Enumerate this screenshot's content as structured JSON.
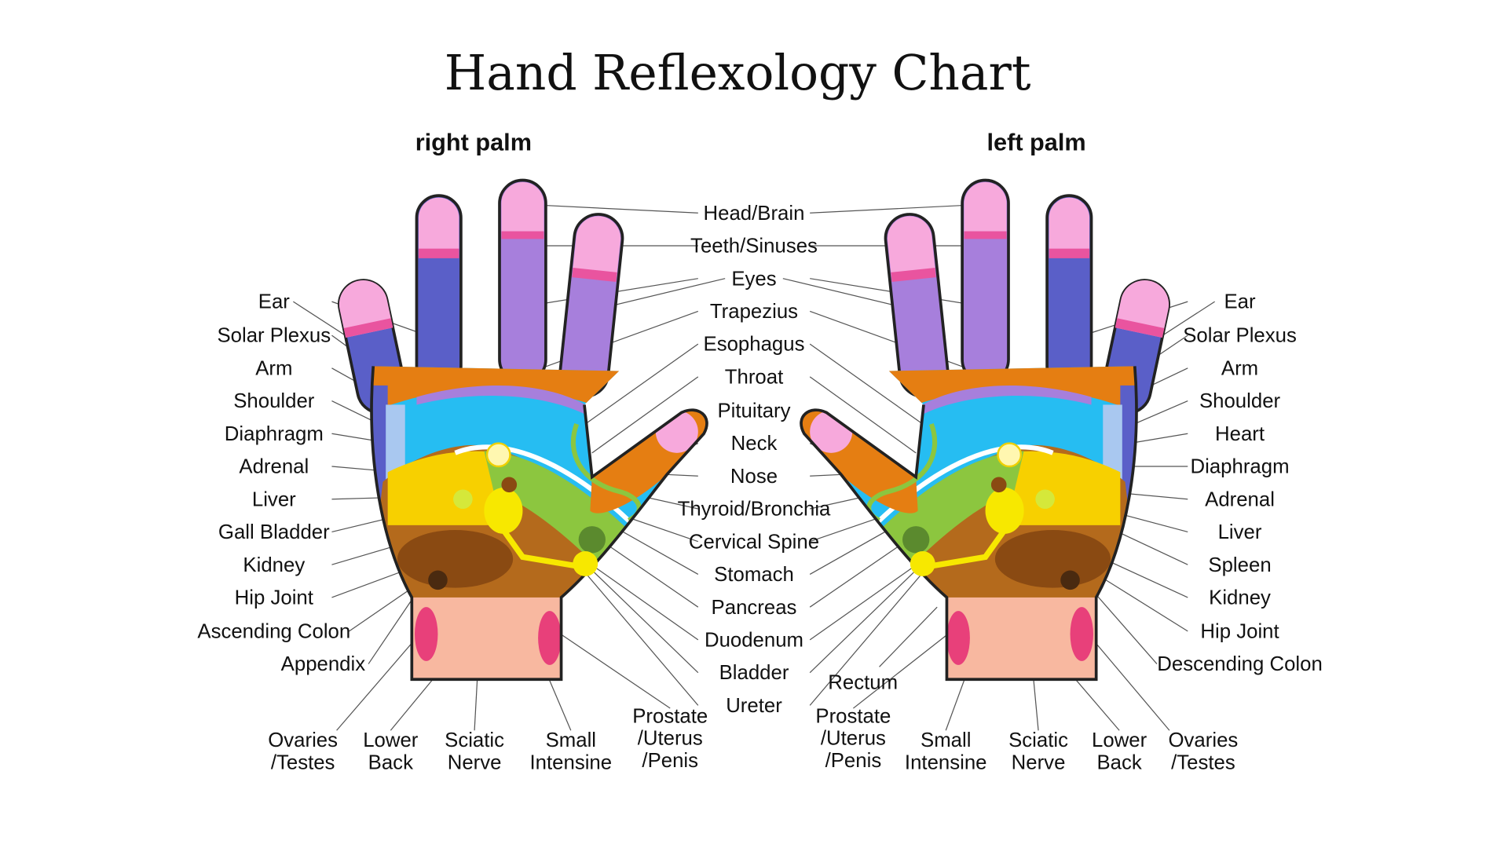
{
  "title": "Hand Reflexology Chart",
  "right_palm": "right palm",
  "left_palm": "left palm",
  "center_labels": [
    "Head/Brain",
    "Teeth/Sinuses",
    "Eyes",
    "Trapezius",
    "Esophagus",
    "Throat",
    "Pituitary",
    "Neck",
    "Nose",
    "Thyroid/Bronchia",
    "Cervical Spine",
    "Stomach",
    "Pancreas",
    "Duodenum",
    "Bladder",
    "Ureter"
  ],
  "rectum": "Rectum",
  "left_labels": [
    "Ear",
    "Solar Plexus",
    "Arm",
    "Shoulder",
    "Diaphragm",
    "Adrenal",
    "Liver",
    "Gall Bladder",
    "Kidney",
    "Hip Joint",
    "Ascending Colon",
    "Appendix"
  ],
  "right_labels": [
    "Ear",
    "Solar Plexus",
    "Arm",
    "Shoulder",
    "Heart",
    "Diaphragm",
    "Adrenal",
    "Liver",
    "Spleen",
    "Kidney",
    "Hip Joint",
    "Descending Colon"
  ],
  "bottom_left": [
    {
      "l1": "Ovaries",
      "l2": "/Testes"
    },
    {
      "l1": "Lower",
      "l2": "Back"
    },
    {
      "l1": "Sciatic",
      "l2": "Nerve"
    },
    {
      "l1": "Small",
      "l2": "Intensine"
    },
    {
      "l1": "Prostate",
      "l2": "/Uterus",
      "l3": "/Penis"
    }
  ],
  "bottom_right": [
    {
      "l1": "Prostate",
      "l2": "/Uterus",
      "l3": "/Penis"
    },
    {
      "l1": "Small",
      "l2": "Intensine"
    },
    {
      "l1": "Sciatic",
      "l2": "Nerve"
    },
    {
      "l1": "Lower",
      "l2": "Back"
    },
    {
      "l1": "Ovaries",
      "l2": "/Testes"
    }
  ],
  "colors": {
    "tip": "#f7a9dc",
    "tipband": "#e9549f",
    "finger_violet": "#a77fdc",
    "finger_blue": "#5a5fc8",
    "orange": "#e57e12",
    "cyan": "#26bdf2",
    "yellow": "#f7d000",
    "green": "#8cc63f",
    "brown": "#b46a1c",
    "wrist": "#f8b8a0",
    "wristspot": "#e8407a"
  }
}
